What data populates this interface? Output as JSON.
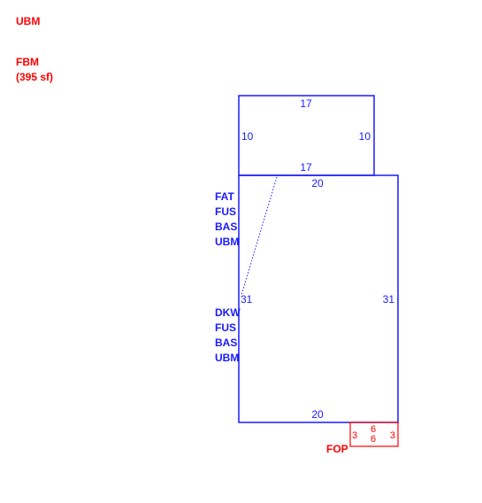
{
  "legend": {
    "top_label": "UBM",
    "area_label": "FBM",
    "area_value": "(395 sf)"
  },
  "upper_section": {
    "top": "17",
    "left": "10",
    "right": "10",
    "bottom": "17"
  },
  "main_section": {
    "top": "20",
    "left": "31",
    "right": "31",
    "bottom": "20",
    "upper_codes": [
      "FAT",
      "FUS",
      "BAS",
      "UBM"
    ],
    "lower_codes": [
      "DKW",
      "FUS",
      "BAS",
      "UBM"
    ]
  },
  "porch": {
    "label": "FOP",
    "left": "3",
    "top": "6",
    "bottom": "6",
    "right": "3"
  },
  "colors": {
    "blue": "#1a1aff",
    "red": "#ff0000"
  }
}
